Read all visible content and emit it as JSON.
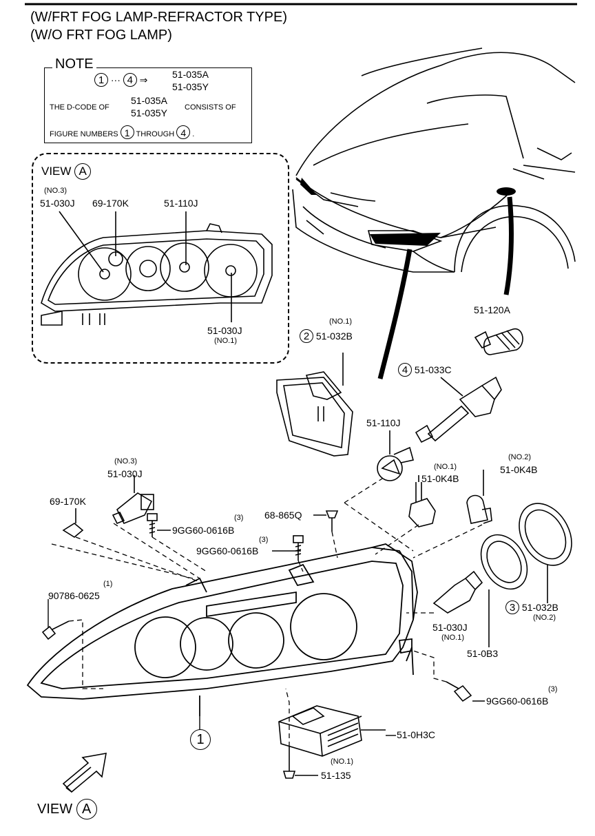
{
  "header": {
    "line1": "(W/FRT FOG LAMP-REFRACTOR TYPE)",
    "line2": "(W/O FRT FOG LAMP)"
  },
  "note": {
    "title": "NOTE",
    "fig_from": "1",
    "dots": "···",
    "fig_to": "4",
    "arrow": "⇒",
    "code_a": "51-035A",
    "code_y": "51-035Y",
    "text_prefix": "THE D-CODE OF",
    "text_codes_a": "51-035A",
    "text_codes_y": "51-035Y",
    "text_consists": "CONSISTS OF",
    "text_figure_numbers": "FIGURE NUMBERS",
    "text_fig1": "1",
    "text_through": "THROUGH",
    "text_fig4": "4",
    "text_period": "."
  },
  "view_box": {
    "view_label": "VIEW",
    "view_letter": "A",
    "parts": [
      {
        "note": "(NO.3)",
        "code": "51-030J"
      },
      {
        "note": "",
        "code": "69-170K"
      },
      {
        "note": "",
        "code": "51-110J"
      },
      {
        "note": "(NO.1)",
        "code": "51-030J"
      }
    ]
  },
  "callouts": {
    "c_51_120A": "51-120A",
    "c_51_032B_no1_note": "(NO.1)",
    "c_51_032B_no1_fig": "2",
    "c_51_032B_no1": "51-032B",
    "c_51_033C_fig": "4",
    "c_51_033C": "51-033C",
    "c_51_110J": "51-110J",
    "c_51_0K4B_no1_note": "(NO.1)",
    "c_51_0K4B_no1": "51-0K4B",
    "c_51_0K4B_no2_note": "(NO.2)",
    "c_51_0K4B_no2": "51-0K4B",
    "c_51_030J_no3_note": "(NO.3)",
    "c_51_030J_no3": "51-030J",
    "c_69_170K": "69-170K",
    "c_9GG60_a_qty": "(3)",
    "c_9GG60_a": "9GG60-0616B",
    "c_68_865Q": "68-865Q",
    "c_9GG60_b_qty": "(3)",
    "c_9GG60_b": "9GG60-0616B",
    "c_90786_qty": "(1)",
    "c_90786": "90786-0625",
    "c_51_030J_no1": "51-030J",
    "c_51_030J_no1_note": "(NO.1)",
    "c_51_0B3": "51-0B3",
    "c_51_032B_no2_fig": "3",
    "c_51_032B_no2": "51-032B",
    "c_51_032B_no2_note": "(NO.2)",
    "c_9GG60_c_qty": "(3)",
    "c_9GG60_c": "9GG60-0616B",
    "c_51_0H3C": "51-0H3C",
    "c_51_135_note": "(NO.1)",
    "c_51_135": "51-135",
    "c_fig1": "1"
  },
  "footer": {
    "view_label": "VIEW",
    "view_letter": "A"
  }
}
